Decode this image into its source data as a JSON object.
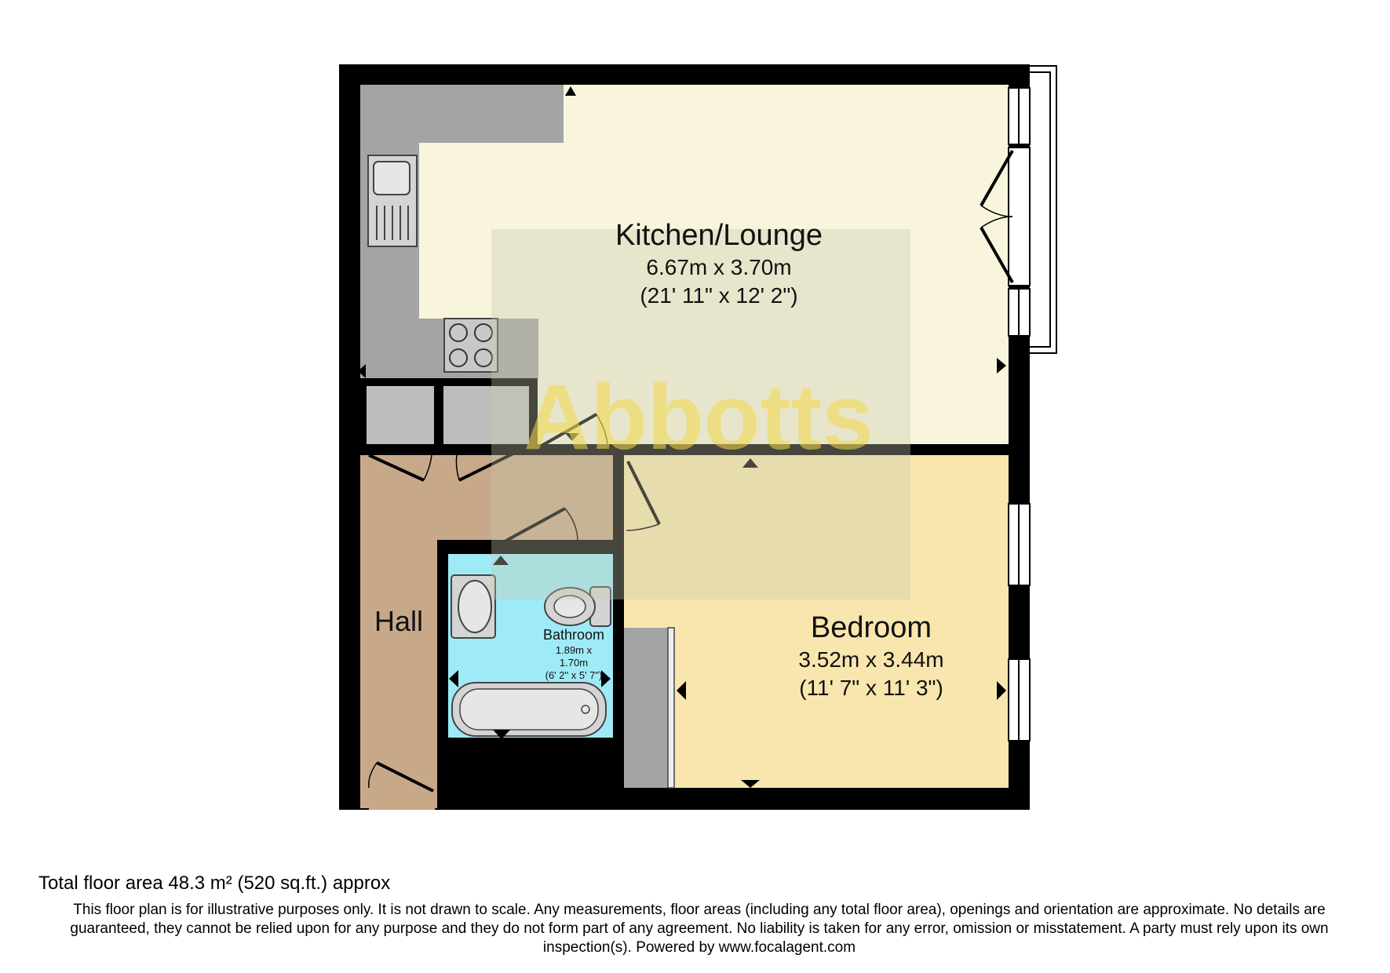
{
  "watermark": {
    "text": "Abbotts",
    "color": "#f2d94a"
  },
  "rooms": {
    "kitchen_lounge": {
      "name": "Kitchen/Lounge",
      "metric": "6.67m x 3.70m",
      "imperial": "(21' 11\" x 12' 2\")",
      "color": "#f8f5dc"
    },
    "bedroom": {
      "name": "Bedroom",
      "metric": "3.52m x 3.44m",
      "imperial": "(11' 7\" x 11' 3\")",
      "color": "#f8e6ae"
    },
    "hall": {
      "name": "Hall",
      "color": "#c7a98a"
    },
    "bathroom": {
      "name": "Bathroom",
      "metric_line1": "1.89m x",
      "metric_line2": "1.70m",
      "imperial": "(6' 2\" x 5' 7\")",
      "color": "#9feaf7"
    }
  },
  "colors": {
    "wall": "#000000",
    "worktop": "#a4a4a4",
    "cupboard": "#bdbdbd"
  },
  "footer": {
    "area": "Total floor area 48.3 m² (520 sq.ft.) approx",
    "disclaimer": "This floor plan is for illustrative purposes only. It is not drawn to scale. Any measurements, floor areas (including any total floor area), openings and orientation are approximate. No details are guaranteed, they cannot be relied upon for any purpose and they do not form part of any agreement. No liability is taken for any error, omission or misstatement. A party must rely upon its own inspection(s). Powered by www.focalagent.com"
  }
}
